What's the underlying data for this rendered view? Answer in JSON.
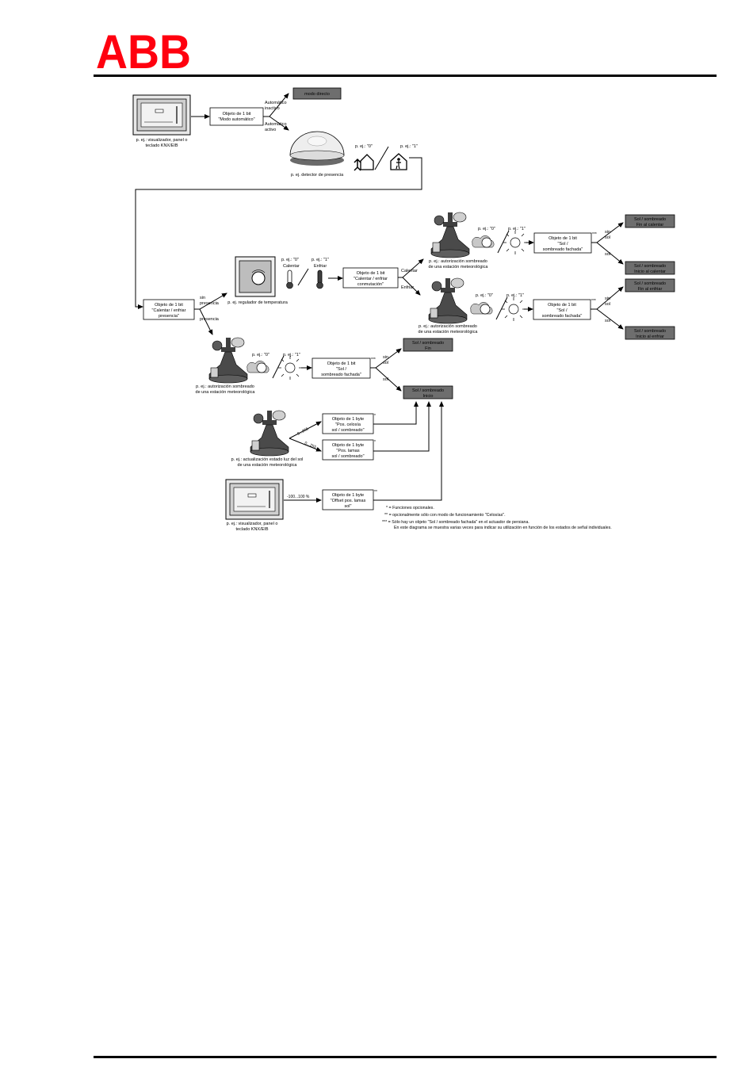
{
  "brand": {
    "logo_text": "ABB",
    "logo_color": "#ff000f"
  },
  "diagram": {
    "captions": {
      "panel_top": [
        "p. ej.: visualizador, panel o",
        "teclado KNX/EIB"
      ],
      "presence_detector": "p. ej. detector de presencia",
      "temp_regulator": "p. ej. regulador de temperatura",
      "weather_calentar": [
        "p. ej.: autorización sombreado",
        "de una estación meteorológica"
      ],
      "weather_enfriar": [
        "p. ej.: autorización sombreado",
        "de una estación meteorológica"
      ],
      "weather_presence": [
        "p. ej.: autorización sombreado",
        "de una estación meteorológica"
      ],
      "weather_sunpos": [
        "p. ej.: actualización estado luz del sol",
        "de una estación meteorológica"
      ],
      "panel_bottom": [
        "p. ej.: visualizador, panel o",
        "teclado KNX/EIB"
      ]
    },
    "objects": {
      "modo_automatico": [
        "Objeto de 1 bit",
        "\"Modo automático\""
      ],
      "calentar_enfriar_presencia": [
        "Objeto de 1 bit",
        "\"Calentar / enfriar",
        "presencia\""
      ],
      "calentar_enfriar_conmutacion": [
        "Objeto de 1 bit",
        "\"Calentar / enfriar",
        "conmutación\""
      ],
      "sol_fachada_calentar": [
        "Objeto de 1 bit",
        "\"Sol /",
        "sombreado fachada\""
      ],
      "sol_fachada_enfriar": [
        "Objeto de 1 bit",
        "\"Sol /",
        "sombreado fachada\""
      ],
      "sol_fachada_presencia": [
        "Objeto de 1 bit",
        "\"Sol /",
        "sombreado fachada\""
      ],
      "pos_celosia": [
        "Objeto de 1 byte",
        "\"Pos. celosía",
        "sol / sombreado\""
      ],
      "pos_lamas": [
        "Objeto de 1 byte",
        "\"Pos. lamas",
        "sol / sombreado\""
      ],
      "offset_lamas": [
        "Objeto de 1 byte",
        "\"Offset pos. lamas",
        "sol\""
      ]
    },
    "results": {
      "modo_directo": "modo directo",
      "fin_calentar": [
        "Sol / sombreado",
        "Fin al calentar"
      ],
      "inicio_calentar": [
        "Sol / sombreado",
        "Inicio al calentar"
      ],
      "fin_enfriar": [
        "Sol / sombreado",
        "Fin al enfriar"
      ],
      "inicio_enfriar": [
        "Sol / sombreado",
        "Inicio al enfriar"
      ],
      "fin": [
        "Sol / sombreado",
        "Fin"
      ],
      "inicio": [
        "Sol / sombreado",
        "Inicio"
      ]
    },
    "labels": {
      "automatico_inactivo": [
        "Automático",
        "inactivo"
      ],
      "automatico_activo": [
        "Automático",
        "activo"
      ],
      "pej0": "p. ej.: \"0\"",
      "pej1": "p. ej.: \"1\"",
      "sin_presencia": [
        "sin",
        "presencia"
      ],
      "presencia": "presencia",
      "calentar": "Calentar",
      "enfriar": "Enfriar",
      "sin_sol": [
        "sin",
        "sol"
      ],
      "sol": "sol",
      "range_255a": "0...255",
      "range_255b": "0...255",
      "range_percent": "-100...100 %",
      "mark_one": "*",
      "mark_two": "**",
      "mark_three": "***"
    },
    "notes": [
      "* = Funciones opcionales.",
      "** = opcionalmente sólo con modo de funcionamiento \"Celosías\".",
      "*** = Sólo hay un objeto \"Sol / sombreado fachada\" en el actuador de persiana.",
      "En este diagrama se muestra varias veces para indicar su utilización en función de los estados de señal individuales."
    ]
  }
}
